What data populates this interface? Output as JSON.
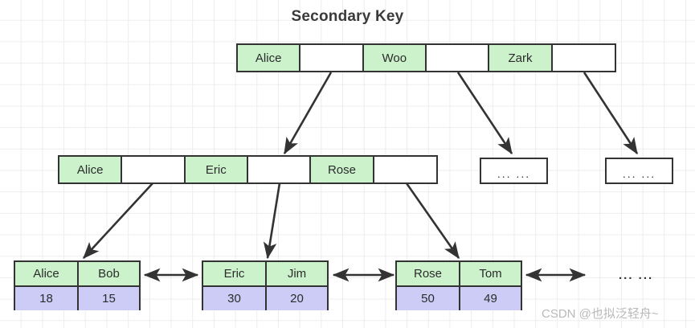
{
  "title": "Secondary Key",
  "diagram": {
    "root": {
      "name": "root-index-node",
      "cells": [
        {
          "text": "Alice",
          "type": "key"
        },
        {
          "text": "",
          "type": "pointer"
        },
        {
          "text": "Woo",
          "type": "key"
        },
        {
          "text": "",
          "type": "pointer"
        },
        {
          "text": "Zark",
          "type": "key"
        },
        {
          "text": "",
          "type": "pointer"
        }
      ]
    },
    "internal_node": {
      "name": "internal-index-node",
      "cells": [
        {
          "text": "Alice",
          "type": "key"
        },
        {
          "text": "",
          "type": "pointer"
        },
        {
          "text": "Eric",
          "type": "key"
        },
        {
          "text": "",
          "type": "pointer"
        },
        {
          "text": "Rose",
          "type": "key"
        },
        {
          "text": "",
          "type": "pointer"
        }
      ]
    },
    "internal_placeholders": [
      {
        "text": "... ..."
      },
      {
        "text": "... ..."
      }
    ],
    "leaves": [
      {
        "keys": [
          "Alice",
          "Bob"
        ],
        "values": [
          "18",
          "15"
        ]
      },
      {
        "keys": [
          "Eric",
          "Jim"
        ],
        "values": [
          "30",
          "20"
        ]
      },
      {
        "keys": [
          "Rose",
          "Tom"
        ],
        "values": [
          "50",
          "49"
        ]
      }
    ],
    "leaf_tail_ellipsis": "... ...",
    "colors": {
      "key_cell": "#ccf2cc",
      "value_cell": "#ccccf7",
      "pointer_cell": "#ffffff",
      "border": "#333333",
      "grid": "#ededed",
      "title_text": "#3a3a3a",
      "watermark": "#b9b9b9"
    }
  },
  "watermark": "CSDN @也拟泛轻舟~"
}
